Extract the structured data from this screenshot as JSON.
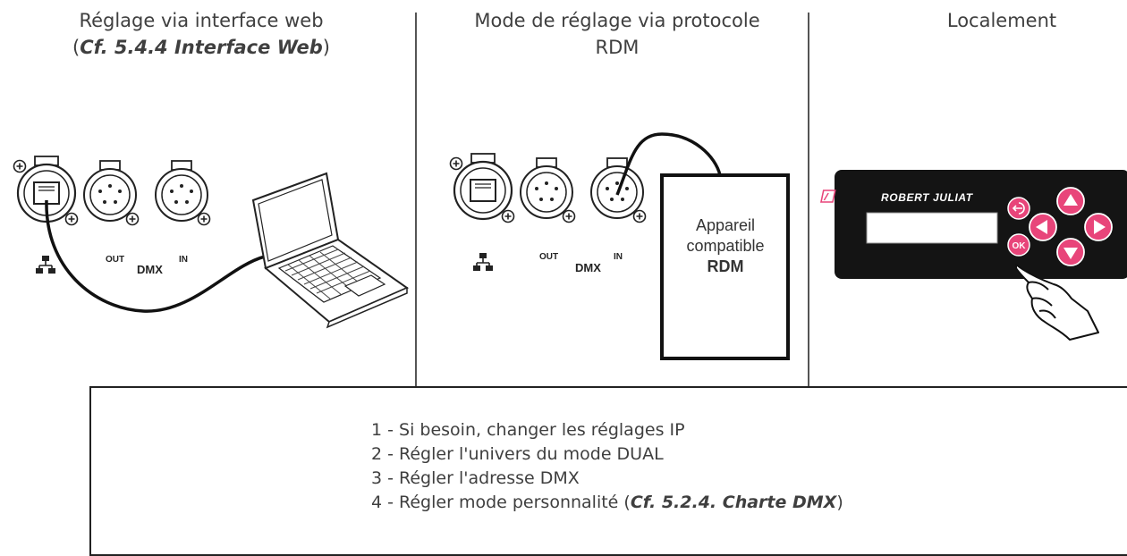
{
  "columns": [
    {
      "title_line1": "Réglage via interface web",
      "title_ref_open": "(",
      "title_ref": "Cf. 5.4.4 Interface Web",
      "title_ref_close": ")"
    },
    {
      "title_line1": "Mode de réglage via protocole",
      "title_line2": "RDM"
    },
    {
      "title_line1": "Localement"
    }
  ],
  "panel_labels": {
    "out": "OUT",
    "in": "IN",
    "dmx": "DMX"
  },
  "rdm_device": {
    "line1": "Appareil",
    "line2": "compatible",
    "line3": "RDM"
  },
  "keypad": {
    "brand": "ROBERT JULIAT",
    "ok_label": "OK",
    "accent_color": "#e8457a",
    "panel_color": "#141414"
  },
  "steps": [
    {
      "text": "1 - Si besoin, changer les réglages IP"
    },
    {
      "text": "2 - Régler l'univers du mode DUAL"
    },
    {
      "text": "3 - Régler l'adresse DMX"
    },
    {
      "text_before": "4 - Régler mode personnalité (",
      "ref": "Cf. 5.2.4. Charte DMX",
      "text_after": ")"
    }
  ]
}
